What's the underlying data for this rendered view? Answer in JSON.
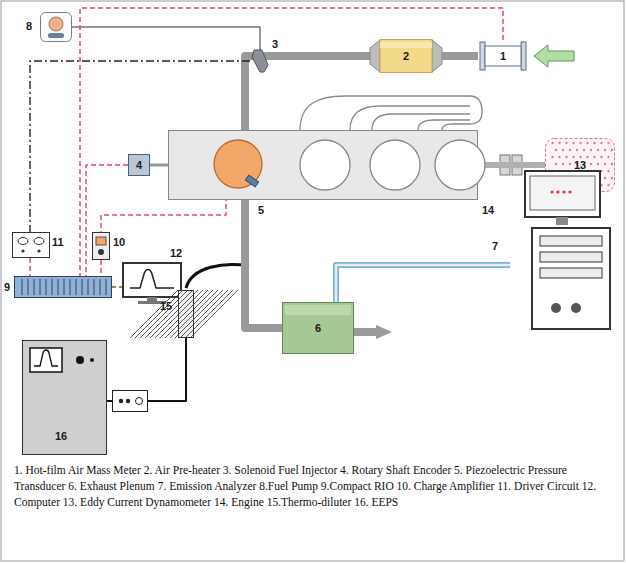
{
  "diagram": {
    "caption": "1. Hot-film Air Mass Meter 2. Air Pre-heater 3. Solenoid Fuel Injector 4. Rotary Shaft Encoder 5. Piezoelectric Pressure Transducer 6. Exhaust Plenum 7. Emission Analyzer 8.Fuel Pump 9.Compact RIO 10. Charge Amplifier 11. Driver Circuit 12. Computer 13. Eddy Current Dynamometer 14. Engine 15.Thermo-diluter 16. EEPS",
    "nodes": [
      {
        "text": [
          "1"
        ]
      },
      {
        "text": [
          "2"
        ]
      },
      {
        "text": [
          "8"
        ]
      },
      {
        "text": [
          "3"
        ]
      },
      {
        "text": [
          "13"
        ]
      },
      {
        "text": [
          "14"
        ]
      },
      {
        "text": [
          "4"
        ]
      },
      {
        "text": [
          "5"
        ],
        "in": 5
      },
      {
        "text": [
          "7"
        ]
      },
      {
        "text": [
          "11"
        ]
      },
      {
        "text": [
          "10"
        ]
      },
      {
        "text": [
          "9"
        ]
      },
      {
        "text": [
          "12"
        ]
      },
      {
        "text": [
          "6"
        ]
      },
      {
        "text": [
          "15"
        ]
      },
      {
        "text": [
          "16"
        ]
      }
    ],
    "edges": [
      {
        "from": 0,
        "to": 1,
        "arrow": "none"
      },
      {
        "from": 1,
        "to": 5,
        "arrow": "none"
      },
      {
        "from": 2,
        "to": 3,
        "arrow": "none"
      },
      {
        "from": 5,
        "to": 4,
        "arrow": "none"
      },
      {
        "from": 6,
        "to": 5,
        "arrow": "none"
      },
      {
        "from": 5,
        "to": 13,
        "arrow": "none"
      },
      {
        "from": 13,
        "to": 8,
        "arrow": "none"
      },
      {
        "from": 14,
        "to": 15,
        "arrow": "none"
      },
      {
        "from": 0,
        "to": 11,
        "arrow": "none"
      },
      {
        "from": 3,
        "to": 9,
        "arrow": "none"
      },
      {
        "from": 9,
        "to": 11,
        "arrow": "none"
      },
      {
        "from": 10,
        "to": 11,
        "arrow": "none"
      },
      {
        "from": 7,
        "to": 10,
        "arrow": "none"
      },
      {
        "from": 6,
        "to": 11,
        "arrow": "none"
      },
      {
        "from": 11,
        "to": 12,
        "arrow": "none"
      }
    ]
  }
}
